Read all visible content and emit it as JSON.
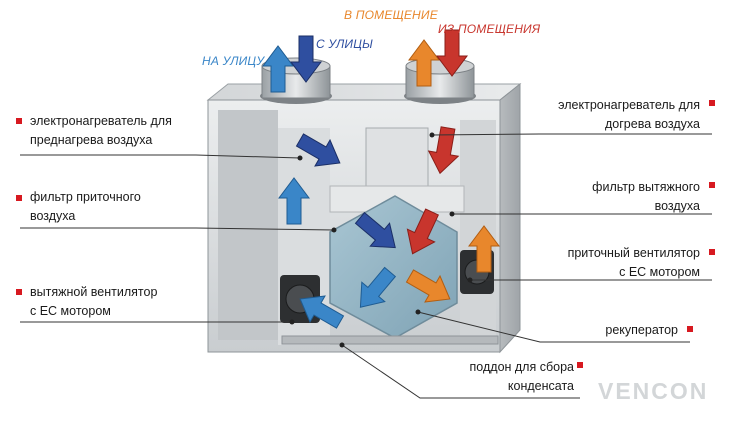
{
  "colors": {
    "accent_red": "#d71920",
    "outdoor_blue": "#3a86c8",
    "supply_blue": "#2f4fa0",
    "indoor_orange": "#e8872c",
    "exhaust_red": "#c8352d"
  },
  "flows": {
    "outdoor": "НА УЛИЦУ",
    "from_street": "С УЛИЦЫ",
    "to_room": "В ПОМЕЩЕНИЕ",
    "from_room": "ИЗ ПОМЕЩЕНИЯ"
  },
  "labels": {
    "preheater": [
      "электронагреватель для",
      "преднагрева воздуха"
    ],
    "supply_filter": [
      "фильтр приточного",
      "воздуха"
    ],
    "exhaust_fan": [
      "вытяжной  вентилятор",
      "с ЕС мотором"
    ],
    "reheater": [
      "электронагреватель для",
      "догрева воздуха"
    ],
    "exhaust_filter": [
      "фильтр вытяжного",
      "воздуха"
    ],
    "supply_fan": [
      "приточный вентилятор",
      "с ЕС мотором"
    ],
    "recuperator": [
      "рекуператор"
    ],
    "drain_pan": [
      "поддон для сбора",
      "конденсата"
    ]
  },
  "brand": "VENCON",
  "icons": {
    "arrow": "arrow-icon",
    "marker": "red-square-marker"
  }
}
